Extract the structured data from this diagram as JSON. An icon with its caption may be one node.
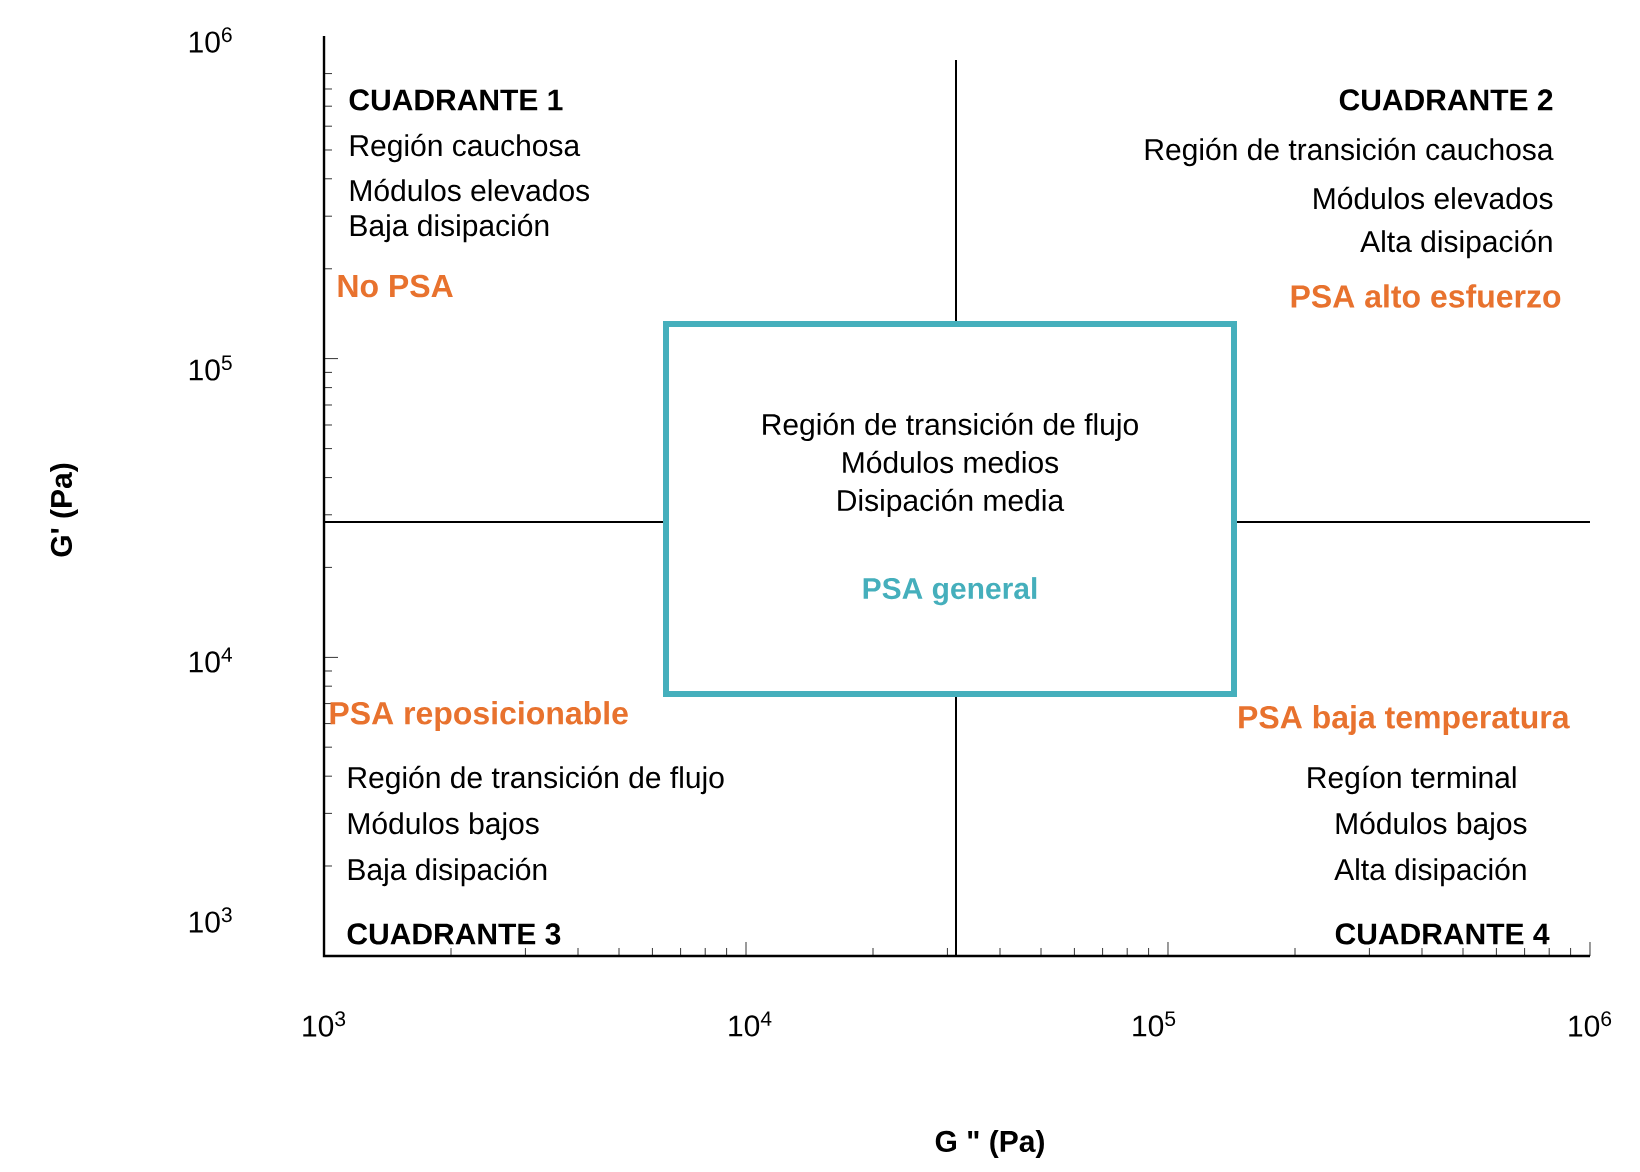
{
  "diagram": {
    "nodes": [
      {
        "text": [
          "Región de transición de flujo",
          "Módulos medios",
          "Disipación media",
          "PSA general"
        ]
      }
    ],
    "labels": [
      "10$^{6}$",
      "CUADRANTE 1",
      "Región cauchosa",
      "Módulos elevados",
      "Baja disipación",
      "CUADRANTE 2",
      "Región de transición cauchosa",
      "Módulos elevados",
      "Alta disipación",
      "No PSA",
      "PSA alto esfuerzo",
      "10$^{5}$",
      "G' (Pa)",
      "10$^{4}$",
      "PSA reposicionable",
      "PSA baja temperatura",
      "Región de transición de flujo",
      "Regíon terminal",
      "Módulos bajos",
      "Módulos bajos",
      "Baja disipación",
      "Alta disipación",
      "10$^{3}$",
      "CUADRANTE 3",
      "CUADRANTE 4",
      "10$^{3}$",
      "10$^{4}$",
      "10$^{5}$",
      "10$^{6}$",
      "G \" (Pa)"
    ]
  }
}
